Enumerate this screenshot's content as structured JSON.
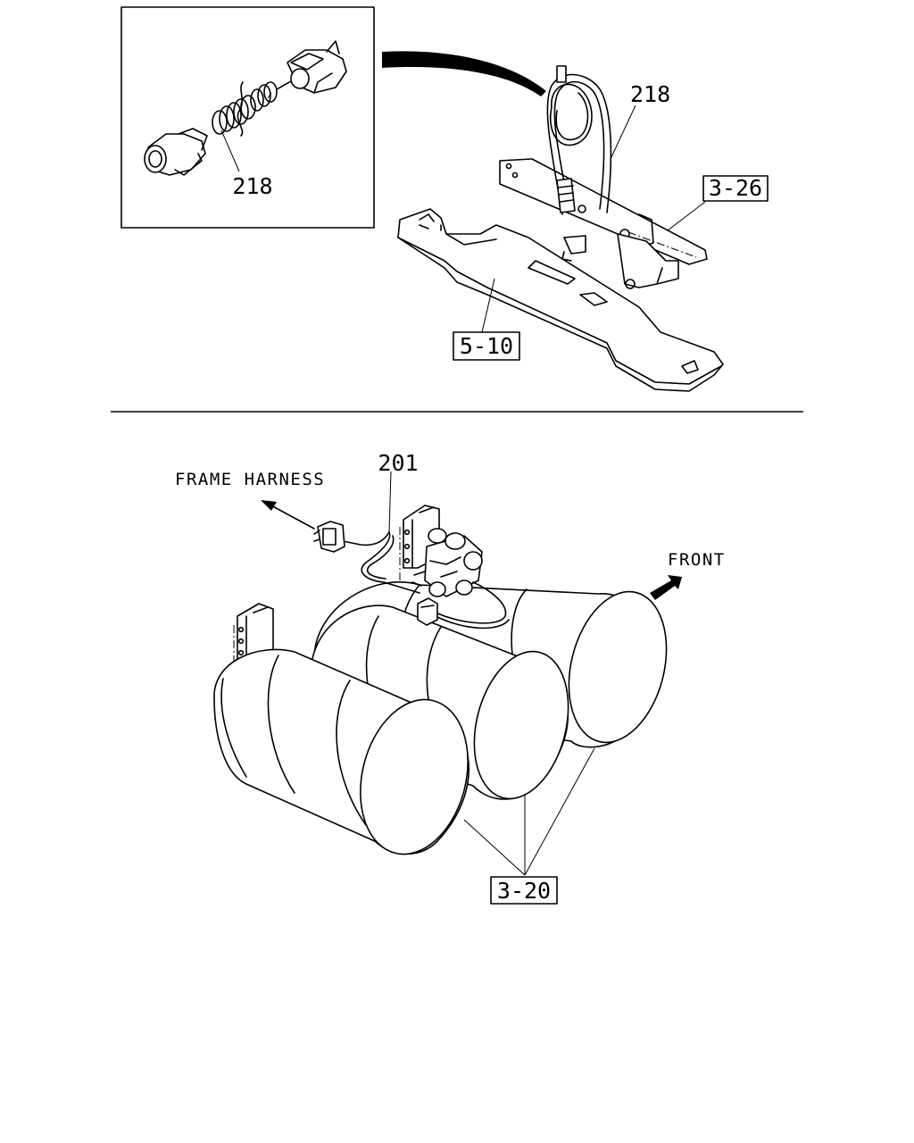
{
  "top_section": {
    "inset": {
      "callout": "218"
    },
    "main": {
      "callout_harness": "218",
      "ref_bracket": "3-26",
      "ref_crossmember": "5-10"
    }
  },
  "bottom_section": {
    "callout_harness": "201",
    "note_frame_harness": "FRAME HARNESS",
    "note_front": "FRONT",
    "ref_tanks": "3-20"
  }
}
